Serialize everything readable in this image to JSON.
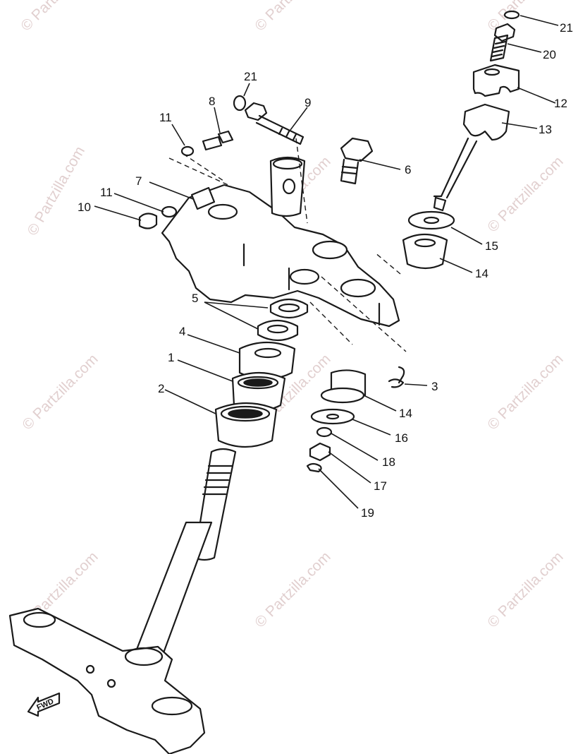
{
  "watermark": {
    "text": "© Partzilla.com",
    "color": "#c9a9a9"
  },
  "fwd_label": "FWD",
  "callouts": [
    "21",
    "20",
    "12",
    "13",
    "21",
    "9",
    "8",
    "11",
    "6",
    "7",
    "11",
    "10",
    "15",
    "14",
    "5",
    "4",
    "1",
    "3",
    "2",
    "14",
    "16",
    "18",
    "17",
    "19"
  ],
  "colors": {
    "line": "#1a1a1a",
    "background": "#ffffff"
  }
}
